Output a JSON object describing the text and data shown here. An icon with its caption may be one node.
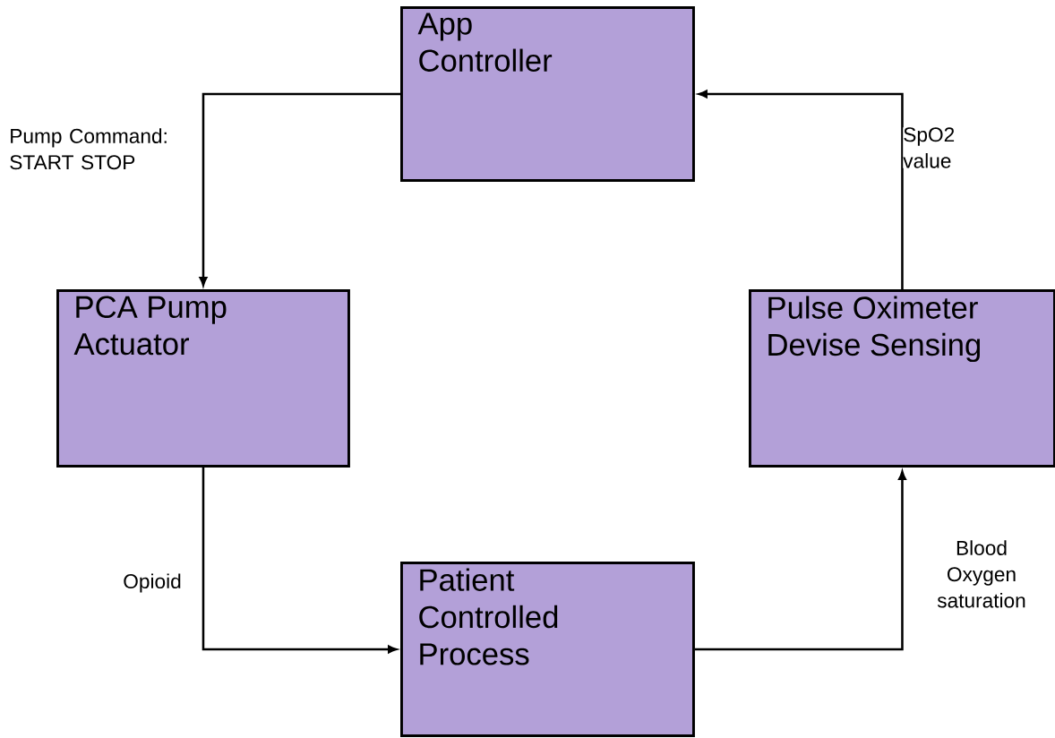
{
  "diagram": {
    "nodes": [
      {
        "text": [
          "App Controller"
        ]
      },
      {
        "text": [
          "PCA Pump Actuator"
        ]
      },
      {
        "text": [
          "Pulse Oximeter Devise Sensing"
        ]
      },
      {
        "text": [
          "Patient Controlled Process"
        ]
      }
    ],
    "edges": [
      {
        "from": 0,
        "to": 1,
        "arrow": "to",
        "label": "Pump Command: START STOP"
      },
      {
        "from": 1,
        "to": 3,
        "arrow": "to",
        "label": "Opioid"
      },
      {
        "from": 3,
        "to": 2,
        "arrow": "to",
        "label": "Blood Oxygen saturation"
      },
      {
        "from": 2,
        "to": 0,
        "arrow": "to",
        "label": "SpO2 value"
      }
    ]
  }
}
